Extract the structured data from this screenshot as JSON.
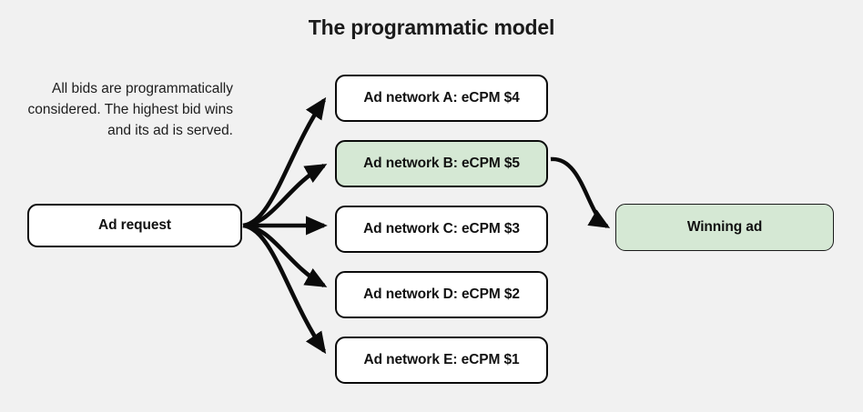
{
  "diagram": {
    "title": "The programmatic model",
    "background_color": "#f1f1f1",
    "caption": "All bids are programmatically considered. The highest bid wins and its ad is served.",
    "accent_color": "#d5e8d4",
    "line_color": "#0b0b0b",
    "text_color": "#111111"
  },
  "nodes": {
    "ad_request": {
      "label": "Ad request",
      "fill": "#ffffff"
    },
    "networks": [
      {
        "label": "Ad network A: eCPM $4",
        "network": "A",
        "ecpm": "$4",
        "fill": "#ffffff",
        "winner": false
      },
      {
        "label": "Ad network B: eCPM $5",
        "network": "B",
        "ecpm": "$5",
        "fill": "#d5e8d4",
        "winner": true
      },
      {
        "label": "Ad network C: eCPM $3",
        "network": "C",
        "ecpm": "$3",
        "fill": "#ffffff",
        "winner": false
      },
      {
        "label": "Ad network D: eCPM $2",
        "network": "D",
        "ecpm": "$2",
        "fill": "#ffffff",
        "winner": false
      },
      {
        "label": "Ad network E: eCPM $1",
        "network": "E",
        "ecpm": "$1",
        "fill": "#ffffff",
        "winner": false
      }
    ],
    "winning_ad": {
      "label": "Winning ad",
      "fill": "#d5e8d4"
    }
  },
  "connections": [
    {
      "from": "Ad request",
      "to": "Ad network A: eCPM $4"
    },
    {
      "from": "Ad request",
      "to": "Ad network B: eCPM $5"
    },
    {
      "from": "Ad request",
      "to": "Ad network C: eCPM $3"
    },
    {
      "from": "Ad request",
      "to": "Ad network D: eCPM $2"
    },
    {
      "from": "Ad request",
      "to": "Ad network E: eCPM $1"
    },
    {
      "from": "Ad network B: eCPM $5",
      "to": "Winning ad"
    }
  ]
}
